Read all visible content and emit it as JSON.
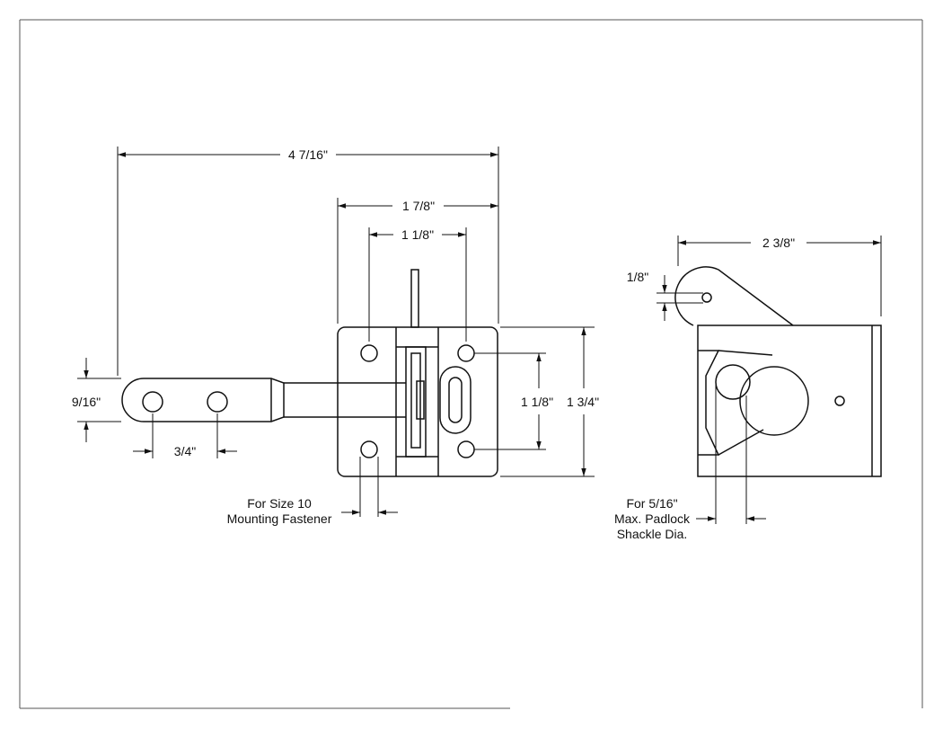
{
  "dimensions": {
    "overall_length": "4 7/16\"",
    "body_width": "1 7/8\"",
    "top_hole_spacing": "1 1/8\"",
    "side_hole_spacing": "1 1/8\"",
    "body_height": "1 3/4\"",
    "handle_width": "9/16\"",
    "handle_hole_spacing": "3/4\"",
    "side_view_width": "2 3/8\"",
    "pivot_offset": "1/8\""
  },
  "notes": {
    "fastener": [
      "For Size 10",
      "Mounting Fastener"
    ],
    "padlock": [
      "For 5/16\"",
      "Max. Padlock",
      "Shackle Dia."
    ]
  },
  "colors": {
    "line": "#111111",
    "frame": "#555555",
    "background": "#ffffff"
  }
}
